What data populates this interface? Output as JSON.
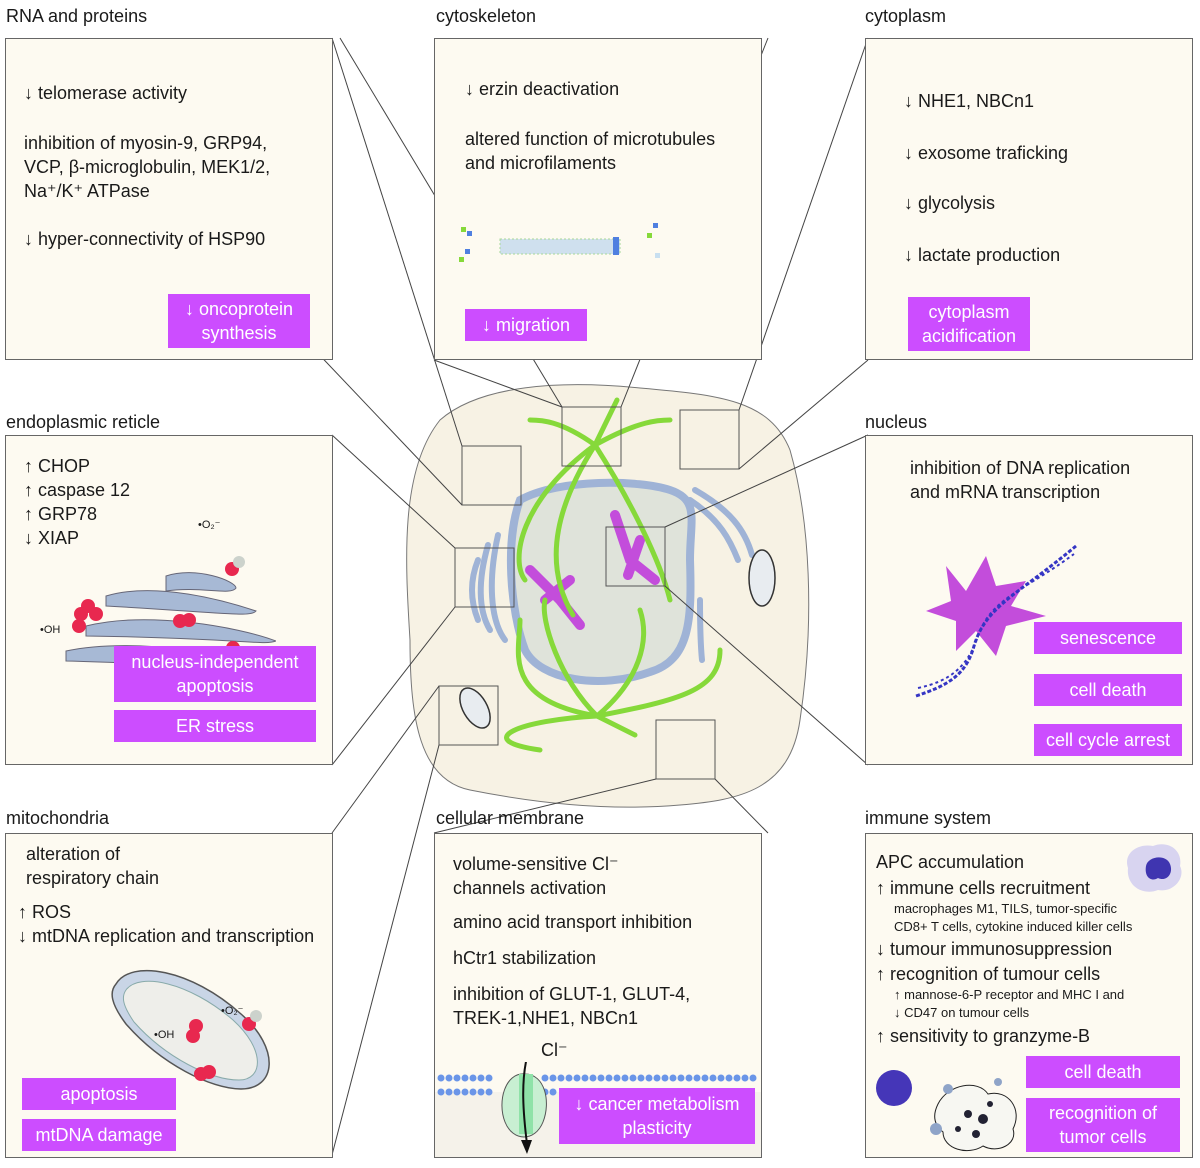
{
  "panels": {
    "rna": {
      "title": "RNA and proteins",
      "lines": [
        "↓ telomerase activity",
        "inhibition of myosin-9, GRP94,",
        "VCP, β-microglobulin, MEK1/2,",
        "Na⁺/K⁺ ATPase",
        "↓ hyper-connectivity of HSP90"
      ],
      "badges": [
        "↓ oncoprotein",
        "synthesis"
      ]
    },
    "cytoskeleton": {
      "title": "cytoskeleton",
      "lines": [
        "↓ erzin deactivation",
        "altered function of microtubules",
        "and microfilaments"
      ],
      "badges": [
        "↓ migration"
      ]
    },
    "cytoplasm": {
      "title": "cytoplasm",
      "lines": [
        "↓ NHE1, NBCn1",
        "↓ exosome traficking",
        "↓ glycolysis",
        "↓ lactate production"
      ],
      "badges": [
        "cytoplasm",
        "acidification"
      ]
    },
    "er": {
      "title": "endoplasmic reticle",
      "lines": [
        "↑ CHOP",
        "↑ caspase 12",
        "↑ GRP78",
        "↓ XIAP"
      ],
      "labels": [
        "•O₂⁻",
        "•OH"
      ],
      "badges": [
        "nucleus-independent",
        "apoptosis",
        "ER stress"
      ]
    },
    "nucleus": {
      "title": "nucleus",
      "lines": [
        "inhibition of DNA replication",
        "and mRNA transcription"
      ],
      "badges": [
        "senescence",
        "cell death",
        "cell cycle arrest"
      ]
    },
    "mito": {
      "title": "mitochondria",
      "lines": [
        "alteration of",
        "respiratory chain",
        "↑ ROS",
        "↓ mtDNA replication and transcription"
      ],
      "labels": [
        "•O₂⁻",
        "•OH"
      ],
      "badges": [
        "apoptosis",
        "mtDNA damage"
      ]
    },
    "membrane": {
      "title": "cellular membrane",
      "lines": [
        "volume-sensitive Cl⁻",
        "channels activation",
        "amino acid transport inhibition",
        "hCtr1 stabilization",
        "inhibition of GLUT-1, GLUT-4,",
        "TREK-1,NHE1, NBCn1"
      ],
      "labels": [
        "Cl⁻"
      ],
      "badges": [
        "↓ cancer metabolism",
        "plasticity"
      ]
    },
    "immune": {
      "title": "immune system",
      "lines": [
        "APC accumulation",
        "↑ immune cells recruitment",
        "macrophages M1, TILS, tumor-specific",
        "CD8+ T cells, cytokine induced killer cells",
        "↓ tumour immunosuppression",
        "↑ recognition of tumour cells",
        "↑ mannose-6-P receptor and MHC I and",
        "↓ CD47 on tumour cells",
        "↑ sensitivity to granzyme-B"
      ],
      "badges": [
        "cell death",
        "recognition of",
        "tumor cells"
      ]
    }
  },
  "colors": {
    "badge": "#cc4dff",
    "panel_bg": "#fdfaf1",
    "microtubule": "#86d93a",
    "nuclear_envelope": "#9fb3d6",
    "chromosome": "#c34ddb"
  }
}
